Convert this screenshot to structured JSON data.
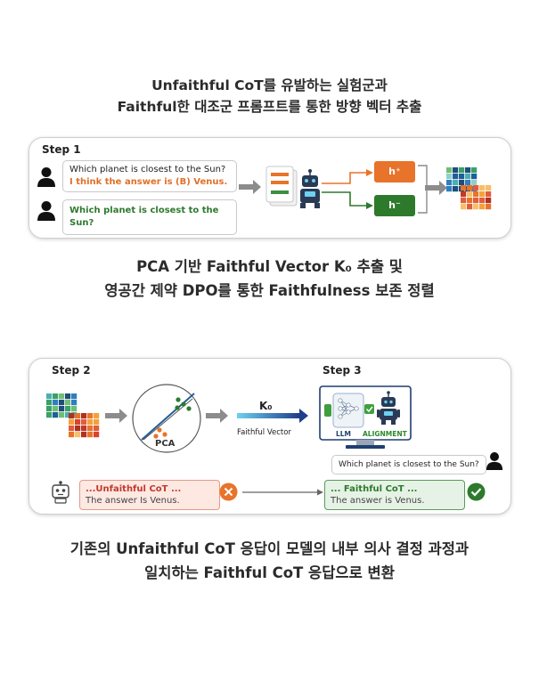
{
  "heading1": {
    "line1": "Unfaithful CoT를 유발하는 실험군과",
    "line2": "Faithful한 대조군 프롬프트를 통한 방향 벡터 추출"
  },
  "step1": {
    "label": "Step  1",
    "unfaithful_question": "Which planet is closest to the Sun?",
    "unfaithful_hint": "I think the answer is (B) Venus.",
    "faithful_question": "Which planet is closest to the Sun?",
    "h_plus": "h⁺",
    "h_minus": "h⁻"
  },
  "heading2": {
    "line1": "PCA 기반 Faithful Vector K₀ 추출 및",
    "line2": "영공간 제약 DPO를 통한 Faithfulness 보존 정렬"
  },
  "step2": {
    "label": "Step  2",
    "pca_label": "PCA",
    "vector_symbol": "K₀",
    "vector_caption": "Faithful  Vector"
  },
  "step3": {
    "label": "Step  3",
    "llm_label": "LLM",
    "alignment_label": "ALIGNMENT",
    "user_question": "Which planet is closest to the Sun?",
    "before_title": "...Unfaithful CoT ...",
    "before_answer": "The answer Is Venus.",
    "after_title": "... Faithful CoT ...",
    "after_answer": "The answer is Venus."
  },
  "heading3": {
    "line1": "기존의 Unfaithful CoT 응답이 모델의 내부 의사 결정 과정과",
    "line2": "일치하는 Faithful CoT 응답으로 변환"
  },
  "colors": {
    "orange": "#e8732a",
    "green": "#2d7a2d",
    "blue": "#1f5e9a",
    "gray_arrow": "#8c8c8c",
    "red_x": "#e8732a"
  },
  "icons": [
    "user-icon",
    "robot-icon",
    "document-stack-icon",
    "heatmap-icon",
    "pca-scatter-icon",
    "neural-network-icon",
    "check-icon",
    "x-icon",
    "monitor-icon"
  ]
}
